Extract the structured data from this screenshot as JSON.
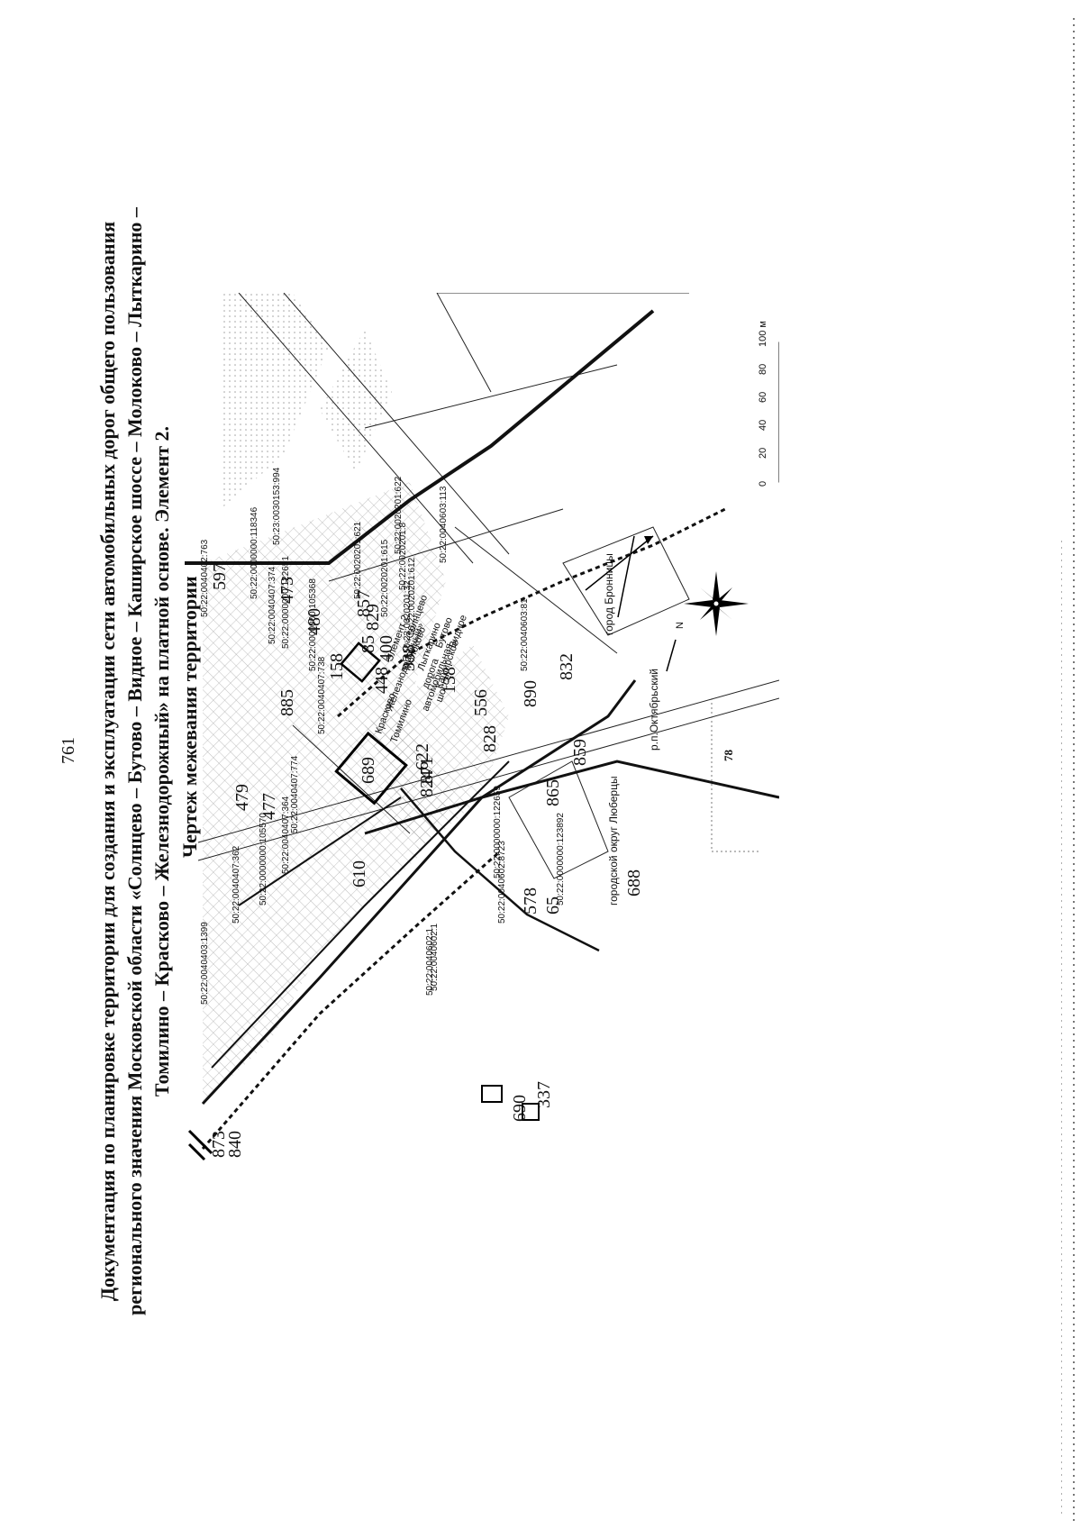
{
  "page": {
    "page_number": "761",
    "title_lines": [
      "Документация по планировке территории для создания и эксплуатации сети автомобильных дорог общего пользования",
      "регионального значения Московской области «Солнцево – Бутово – Видное – Каширское шоссе – Молоково – Лыткарино –",
      "Томилино – Красково – Железнодорожный» на платной основе. Элемент 2."
    ],
    "subtitle": "Чертеж межевания территории"
  },
  "map": {
    "parcel_numbers": [
      "873",
      "840",
      "479",
      "477",
      "885",
      "158",
      "597",
      "473",
      "480",
      "829",
      "857",
      "85",
      "400",
      "338",
      "448",
      "138",
      "622",
      "871",
      "824",
      "689",
      "610",
      "688",
      "578",
      "65",
      "556",
      "828",
      "890",
      "832",
      "865",
      "859",
      "337",
      "690"
    ],
    "cadastral_numbers": [
      "50:22:0040403:1399",
      "50:22:0040407:362",
      "50:22:0000000:105570",
      "50:22:0040407:364",
      "50:22:0040407:774",
      "50:22:0040602:1",
      "50:22:0040407:374",
      "50:22:0040407:738",
      "50:22:0040402:763",
      "50:23:0030153:994",
      "50:22:0000000:118346",
      "50:22:0000000:122651",
      "50:22:0000000:105368",
      "50:22:0020201:612",
      "50:22:0020201:615",
      "50:22:0020201:621",
      "50:22:0020201:32",
      "50:22:0020201:622",
      "50:22:0020201:8",
      "50:22:0040603:113",
      "50:22:0040603:81",
      "50:22:0000000:122659",
      "50:22:0040602:8723",
      "50:22:0000000:123892",
      "50:22:0040602:1"
    ],
    "road_label_lines": [
      "автомобильная",
      "дорога",
      "«Солнцево",
      "Бутово",
      "Видное",
      "Каширское",
      "шоссе",
      "Молоково",
      "Лыткарино",
      "Томилино",
      "Красково",
      "Железнодорожный»",
      "Элемент 2"
    ],
    "direction_bronnitsy": "город Бронницы",
    "direction_oktyabrsky": "р.п.Октябрьский",
    "district_label": "городской округ Люберцы",
    "block_number": "78",
    "compass_label": "N",
    "scale_ticks": [
      "0",
      "20",
      "40",
      "60",
      "80",
      "100 м"
    ]
  }
}
